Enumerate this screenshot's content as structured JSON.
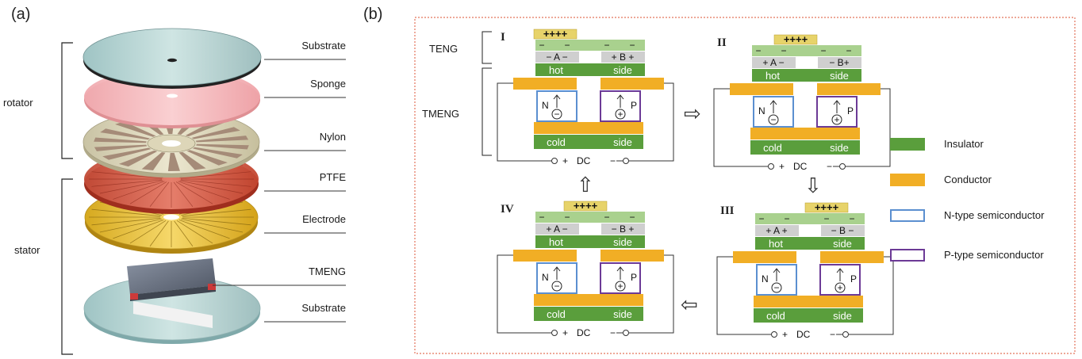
{
  "panel_a": {
    "label": "(a)",
    "groups": {
      "rotator": "rotator",
      "stator": "stator"
    },
    "layers": [
      "Substrate",
      "Sponge",
      "Nylon",
      "PTFE",
      "Electrode",
      "TMENG",
      "Substrate"
    ]
  },
  "panel_b": {
    "label": "(b)",
    "side_labels": {
      "teng": "TENG",
      "tmeng": "TMENG"
    },
    "states": [
      {
        "numeral": "I",
        "top_charge": "++++",
        "seg_a": "− A −",
        "seg_b": "+ B +"
      },
      {
        "numeral": "II",
        "top_charge": "++++",
        "seg_a": "+ A −",
        "seg_b": "− B+"
      },
      {
        "numeral": "III",
        "top_charge": "++++",
        "seg_a": "+ A +",
        "seg_b": "− B  −"
      },
      {
        "numeral": "IV",
        "top_charge": "++++",
        "seg_a": "+ A −",
        "seg_b": "− B +"
      }
    ],
    "cell_text": {
      "hot": "hot",
      "side": "side",
      "cold": "cold",
      "n": "N",
      "p": "P",
      "dc": "DC",
      "minus_circle": "−",
      "plus_circle": "+",
      "minus_sign": "−",
      "terminal_plus": "+",
      "terminal_minus": "−"
    },
    "arrows": {
      "right": "⇨",
      "down": "⇩",
      "left": "⇦",
      "up": "⇧"
    }
  },
  "legend": [
    {
      "label": "Insulator",
      "color": "#5a9e3c",
      "kind": "fill"
    },
    {
      "label": "Conductor",
      "color": "#f1ae25",
      "kind": "fill"
    },
    {
      "label": "N-type semiconductor",
      "color": "#5b8fd0",
      "kind": "outline"
    },
    {
      "label": "P-type semiconductor",
      "color": "#6c3a96",
      "kind": "outline"
    }
  ],
  "colors": {
    "insulator": "#5a9e3c",
    "light_green": "#a9d18e",
    "conductor": "#f1ae25",
    "charge_yellow": "#e7d36a",
    "gray_seg": "#cfcfcf",
    "n_type": "#5b8fd0",
    "p_type": "#6c3a96",
    "frame": "#e3735a"
  }
}
